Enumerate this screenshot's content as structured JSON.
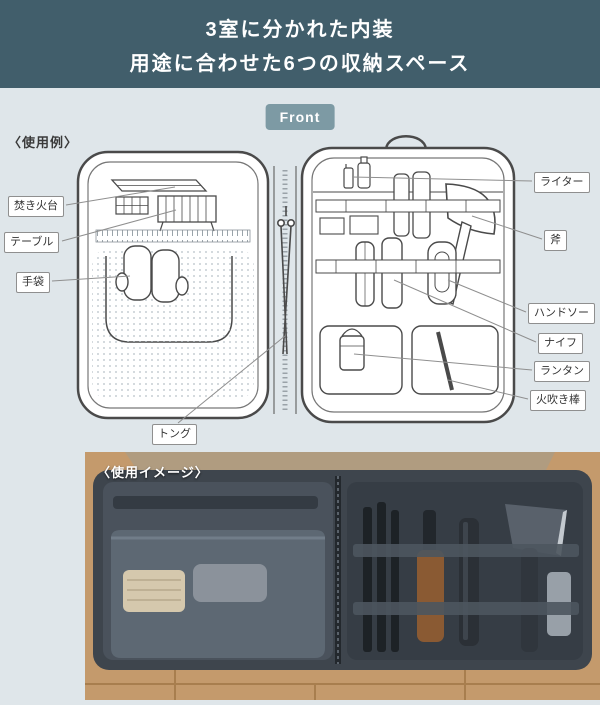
{
  "header": {
    "line1": "3室に分かれた内装",
    "line2": "用途に合わせた6つの収納スペース"
  },
  "front_badge": {
    "label": "Front"
  },
  "diagram": {
    "caption": "〈使用例〉",
    "labels_left": [
      {
        "text": "焚き火台"
      },
      {
        "text": "テーブル"
      },
      {
        "text": "手袋"
      }
    ],
    "label_bottom": {
      "text": "トング"
    },
    "labels_right": [
      {
        "text": "ライター"
      },
      {
        "text": "斧"
      },
      {
        "text": "ハンドソー"
      },
      {
        "text": "ナイフ"
      },
      {
        "text": "ランタン"
      },
      {
        "text": "火吹き棒"
      }
    ]
  },
  "photo": {
    "caption": "〈使用イメージ〉"
  },
  "colors": {
    "page_bg": "#dfe6ea",
    "header_bg": "#415e6b",
    "header_text": "#ffffff",
    "badge_bg": "#7d9aa4",
    "line_art": "#4a4a4a",
    "label_border": "#8f8f8f"
  }
}
